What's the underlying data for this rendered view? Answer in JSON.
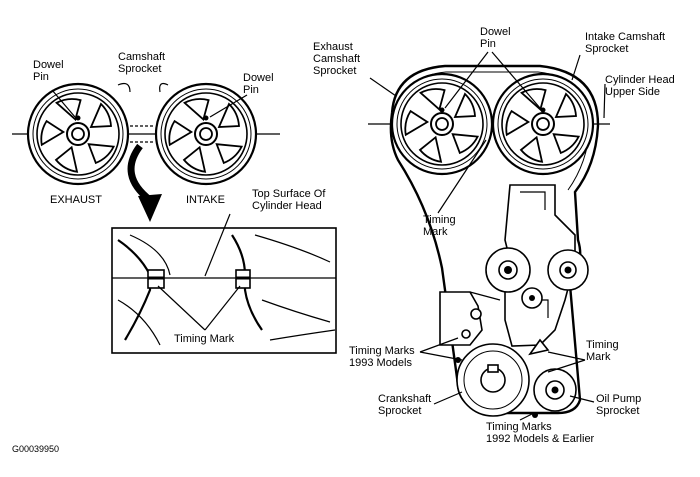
{
  "labels": {
    "dowel_pin_left": [
      "Dowel",
      "Pin"
    ],
    "camshaft_sprocket": [
      "Camshaft",
      "Sprocket"
    ],
    "dowel_pin_left2": [
      "Dowel",
      "Pin"
    ],
    "exhaust": "EXHAUST",
    "intake": "INTAKE",
    "top_surface": [
      "Top Surface Of",
      "Cylinder Head"
    ],
    "timing_mark_inset": "Timing Mark",
    "exhaust_cam_sprocket": [
      "Exhaust",
      "Camshaft",
      "Sprocket"
    ],
    "dowel_pin_right": [
      "Dowel",
      "Pin"
    ],
    "intake_cam_sprocket": [
      "Intake Camshaft",
      "Sprocket"
    ],
    "cyl_head_upper": [
      "Cylinder Head",
      "Upper Side"
    ],
    "timing_mark_right": [
      "Timing",
      "Mark"
    ],
    "timing_marks_1993": [
      "Timing Marks",
      "1993 Models"
    ],
    "timing_mark_right2": [
      "Timing",
      "Mark"
    ],
    "crankshaft_sprocket": [
      "Crankshaft",
      "Sprocket"
    ],
    "oil_pump_sprocket": [
      "Oil Pump",
      "Sprocket"
    ],
    "timing_marks_1992": [
      "Timing Marks",
      "1992 Models & Earlier"
    ],
    "figure_id": "G00039950"
  }
}
